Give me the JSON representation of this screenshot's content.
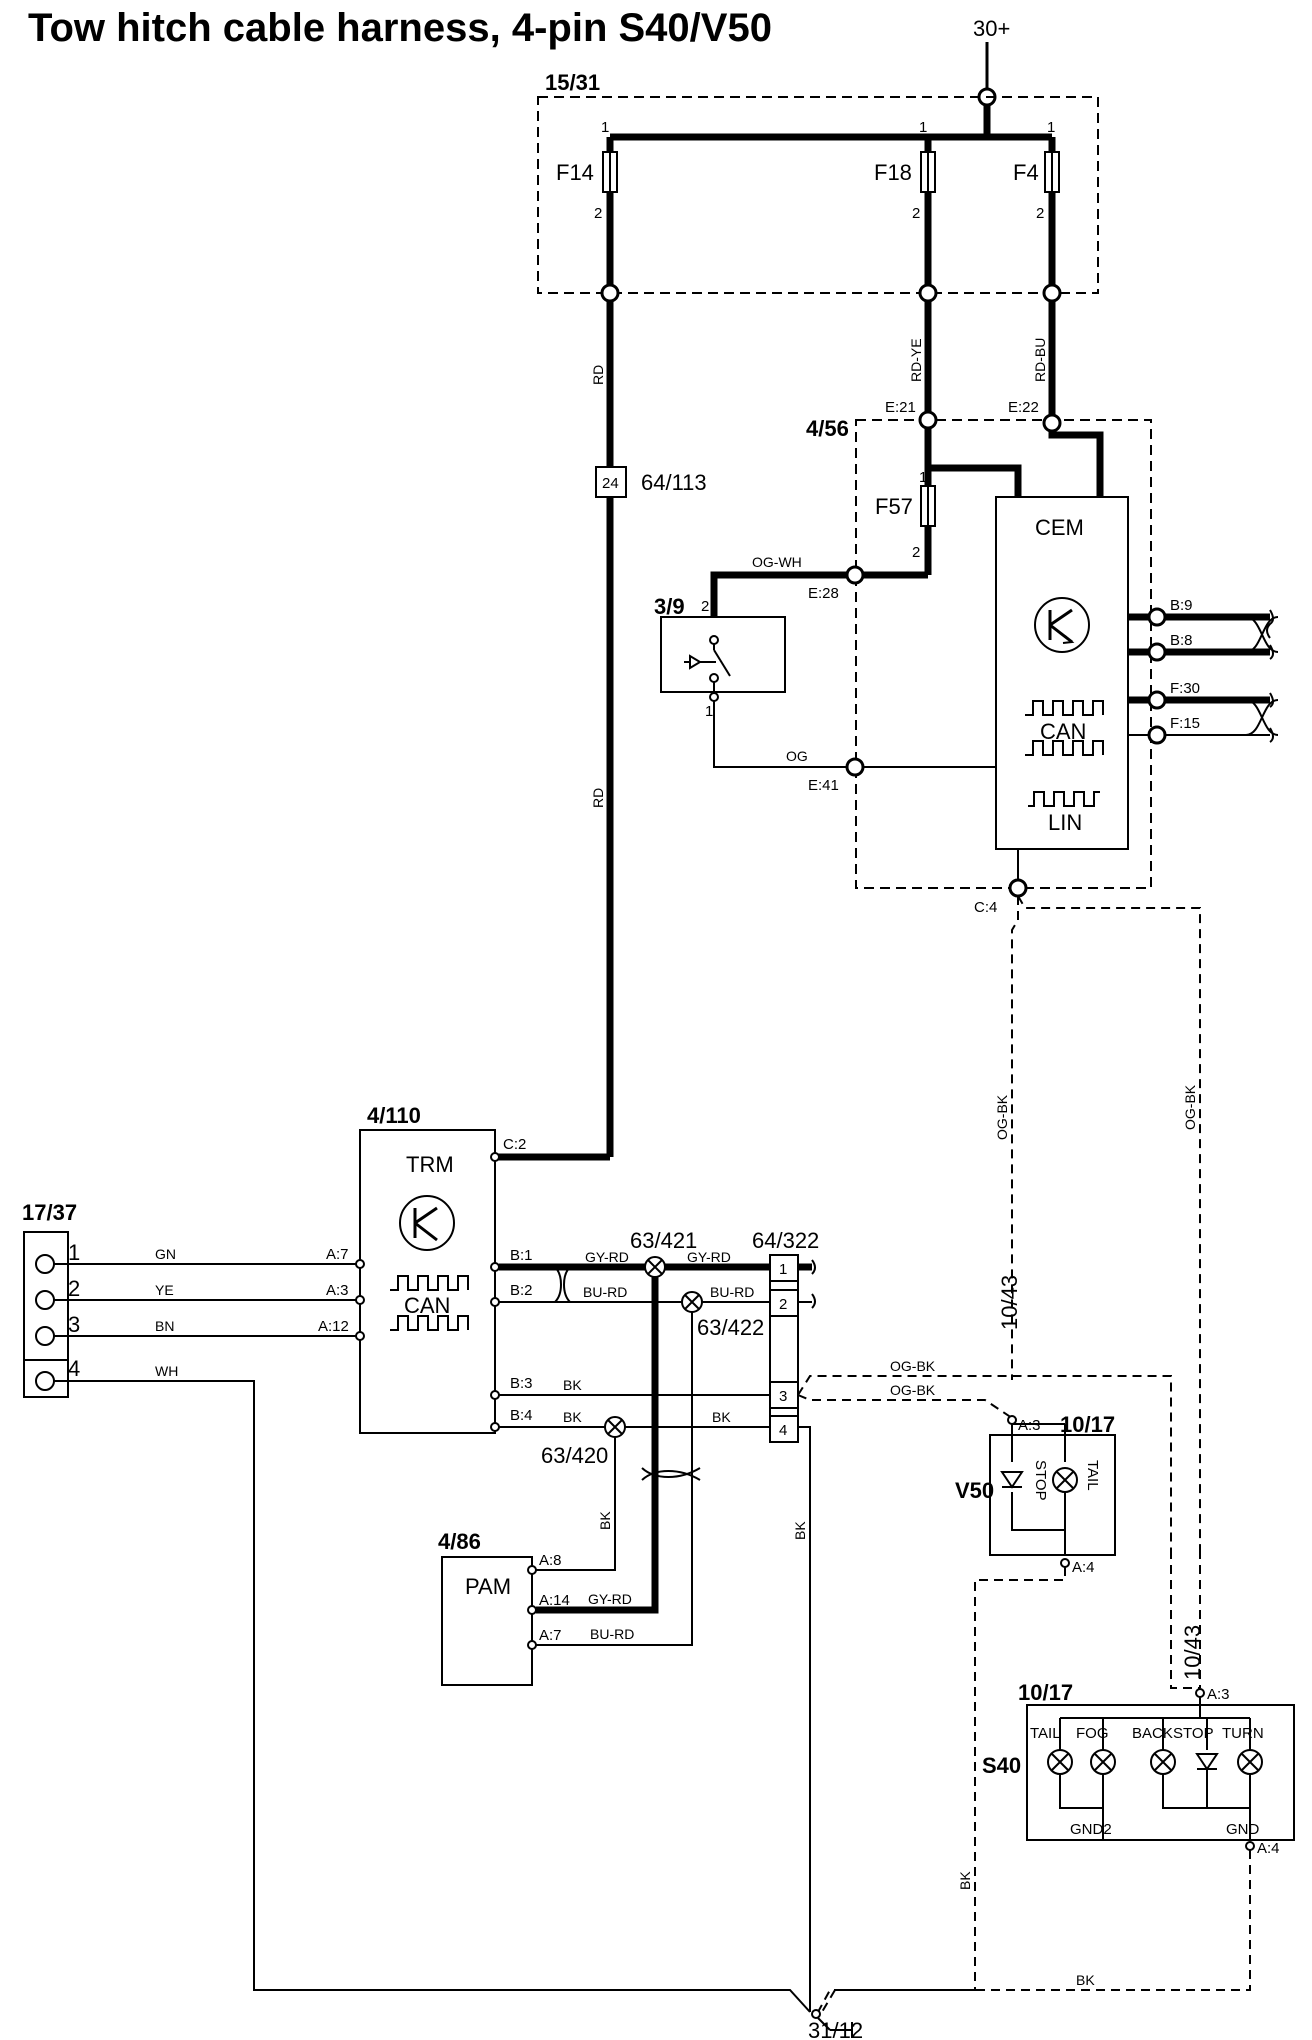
{
  "title": "Tow hitch cable harness, 4-pin S40/V50",
  "power": {
    "supply": "30+",
    "ground": "31/12"
  },
  "fusebox": {
    "id": "15/31",
    "fuses": [
      {
        "name": "F14",
        "pin_in": "1",
        "pin_out": "2"
      },
      {
        "name": "F18",
        "pin_in": "1",
        "pin_out": "2"
      },
      {
        "name": "F4",
        "pin_in": "1",
        "pin_out": "2"
      }
    ]
  },
  "wires": {
    "f14_out": "RD",
    "f14_out_lower": "RD",
    "f18_out": "RD-YE",
    "f4_out": "RD-BU",
    "switch_in": "OG-WH",
    "switch_out": "OG",
    "cem_c4_down": "OG-BK",
    "cem_c4_right": "OG-BK",
    "trm_gn": "GN",
    "trm_ye": "YE",
    "trm_bn": "BN",
    "trm_wh": "WH",
    "trm_b1": "GY-RD",
    "trm_b2": "BU-RD",
    "trm_b1_right": "GY-RD",
    "trm_b2_right": "BU-RD",
    "trm_b3": "BK",
    "trm_b4": "BK",
    "trm_b4_right": "BK",
    "pam_bk": "BK",
    "pam_gy_rd": "GY-RD",
    "pam_bu_rd": "BU-RD",
    "conn3_og_bk_top": "OG-BK",
    "conn3_og_bk_bottom": "OG-BK",
    "conn4_bk_down": "BK",
    "v50_gnd_bk": "BK",
    "s40_gnd_bk": "BK",
    "v50_10_43": "10/43",
    "s40_10_43": "10/43"
  },
  "cem": {
    "id": "4/56",
    "name": "CEM",
    "can_label": "CAN",
    "lin_label": "LIN",
    "pins": {
      "e21": "E:21",
      "e22": "E:22",
      "e28": "E:28",
      "e41": "E:41",
      "c4": "C:4",
      "b9": "B:9",
      "b8": "B:8",
      "f30": "F:30",
      "f15": "F:15"
    },
    "fuse": {
      "name": "F57",
      "pin_in": "1",
      "pin_out": "2"
    }
  },
  "switch": {
    "id": "3/9",
    "pin_top": "2",
    "pin_bottom": "1"
  },
  "splice": {
    "id": "64/113",
    "number": "24"
  },
  "trm": {
    "id": "4/110",
    "name": "TRM",
    "can_label": "CAN",
    "pins": {
      "c2": "C:2",
      "a7": "A:7",
      "a3": "A:3",
      "a12": "A:12",
      "b1": "B:1",
      "b2": "B:2",
      "b3": "B:3",
      "b4": "B:4"
    }
  },
  "socket": {
    "id": "17/37",
    "pins": [
      "1",
      "2",
      "3",
      "4"
    ]
  },
  "splices": {
    "s421": "63/421",
    "s422": "63/422",
    "s420": "63/420"
  },
  "connector": {
    "id": "64/322",
    "pins": [
      "1",
      "2",
      "3",
      "4"
    ]
  },
  "pam": {
    "id": "4/86",
    "name": "PAM",
    "pins": {
      "a8": "A:8",
      "a14": "A:14",
      "a7": "A:7"
    }
  },
  "lamp_v50": {
    "id": "10/17",
    "variant": "V50",
    "pin_a3": "A:3",
    "pin_a4": "A:4",
    "labels": [
      "STOP",
      "TAIL"
    ]
  },
  "lamp_s40": {
    "id": "10/17",
    "variant": "S40",
    "pin_a3": "A:3",
    "pin_a4": "A:4",
    "labels": [
      "TAIL",
      "FOG",
      "BACK",
      "STOP",
      "TURN"
    ],
    "gnd_labels": [
      "GND2",
      "GND"
    ]
  }
}
